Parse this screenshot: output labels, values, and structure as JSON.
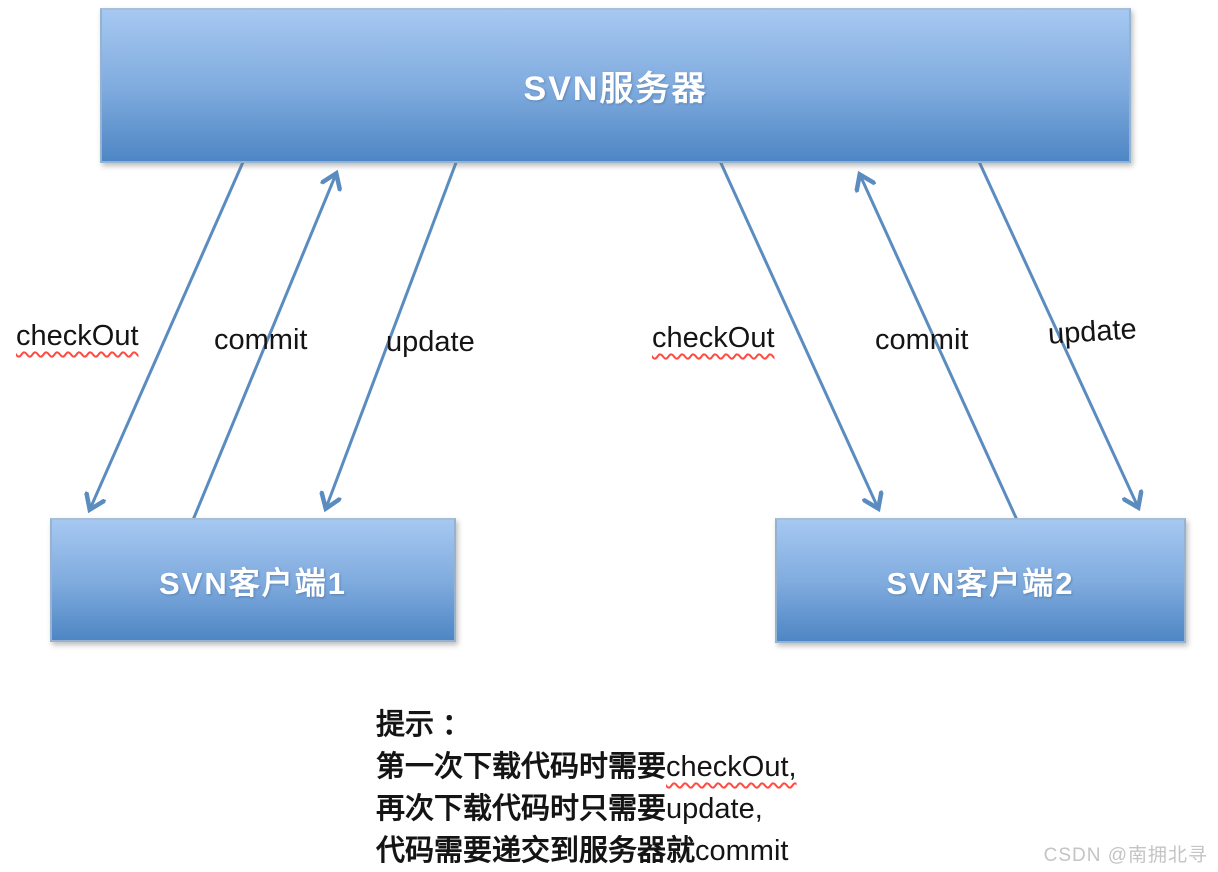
{
  "nodes": {
    "server": {
      "label": "SVN服务器"
    },
    "client1": {
      "label": "SVN客户端1"
    },
    "client2": {
      "label": "SVN客户端2"
    }
  },
  "arrows": {
    "left_checkout": {
      "label": "checkOut",
      "from": "server",
      "to": "client1",
      "spellcheck_underline": true
    },
    "left_commit": {
      "label": "commit",
      "from": "client1",
      "to": "server",
      "spellcheck_underline": false
    },
    "left_update": {
      "label": "update",
      "from": "server",
      "to": "client1",
      "spellcheck_underline": false
    },
    "right_checkout": {
      "label": "checkOut",
      "from": "server",
      "to": "client2",
      "spellcheck_underline": true
    },
    "right_commit": {
      "label": "commit",
      "from": "client2",
      "to": "server",
      "spellcheck_underline": false
    },
    "right_update": {
      "label": "update",
      "from": "server",
      "to": "client2",
      "spellcheck_underline": false
    }
  },
  "note": {
    "heading": "提示 ：",
    "line2_prefix": "第一次下载代码时需要",
    "line2_keyword": "checkOut,",
    "line3_prefix": "再次下载代码时只需要",
    "line3_keyword": "update,",
    "line4_prefix": "代码需要递交到服务器就",
    "line4_keyword": "commit"
  },
  "watermark": {
    "text": "CSDN @南拥北寻"
  },
  "colors": {
    "box_gradient_top": "#a6c8f1",
    "box_gradient_bottom": "#4e86c4",
    "box_border": "#96b2d1",
    "arrow": "#5b8cc0",
    "spellcheck_underline": "#ff4b42",
    "label_text": "#141414",
    "watermark_text": "#c4c4c4"
  }
}
